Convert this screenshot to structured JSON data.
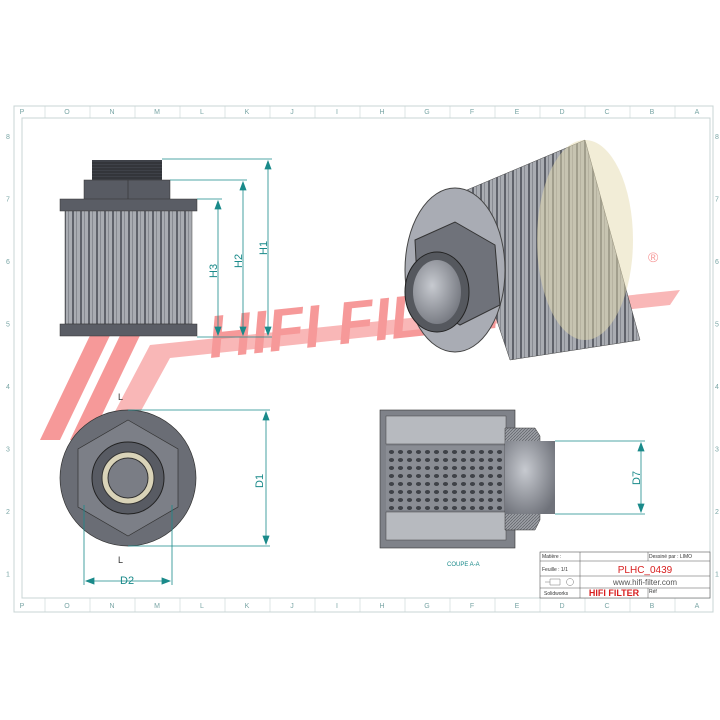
{
  "sheet": {
    "columns": [
      "P",
      "O",
      "N",
      "M",
      "L",
      "K",
      "J",
      "I",
      "H",
      "G",
      "F",
      "E",
      "D",
      "C",
      "B",
      "A"
    ],
    "rows": [
      "8",
      "7",
      "6",
      "5",
      "4",
      "3",
      "2",
      "1"
    ]
  },
  "watermark": {
    "text": "HIFI FILTER",
    "mark": "®",
    "color": "#f05a5a"
  },
  "dimensions": {
    "h1": "H1",
    "h2": "H2",
    "h3": "H3",
    "d1": "D1",
    "d2": "D2",
    "d7": "D7",
    "color": "#1a8a8a"
  },
  "section": {
    "label": "COUPE A-A",
    "cut_mark": "L"
  },
  "title_block": {
    "material_label": "Matière :",
    "drawn_by": "Dessiné par : LIMO",
    "sheet": "Feuille : 1/1",
    "part_number": "PLHC_0439",
    "website": "www.hifi-filter.com",
    "software": "Solidworks",
    "brand": "HIFI FILTER",
    "ref_label": "Réf",
    "accent_color": "#d81e1e"
  }
}
